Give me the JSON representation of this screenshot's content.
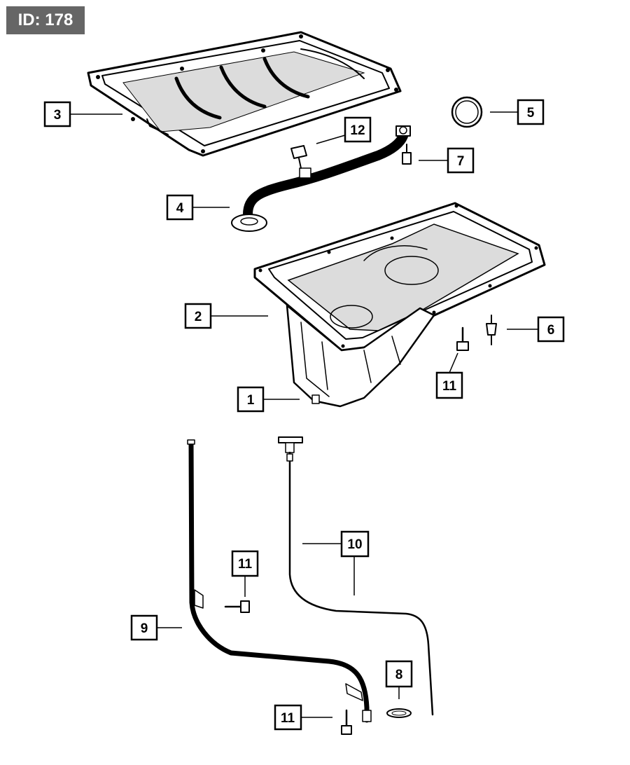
{
  "badge": {
    "text": "ID: 178"
  },
  "callouts": {
    "c1": "1",
    "c2": "2",
    "c3": "3",
    "c4": "4",
    "c5": "5",
    "c6": "6",
    "c7": "7",
    "c8": "8",
    "c9": "9",
    "c10": "10",
    "c11a": "11",
    "c11b": "11",
    "c11c": "11",
    "c12": "12"
  },
  "colors": {
    "badge_bg": "#666666",
    "line": "#000000",
    "background": "#ffffff"
  }
}
